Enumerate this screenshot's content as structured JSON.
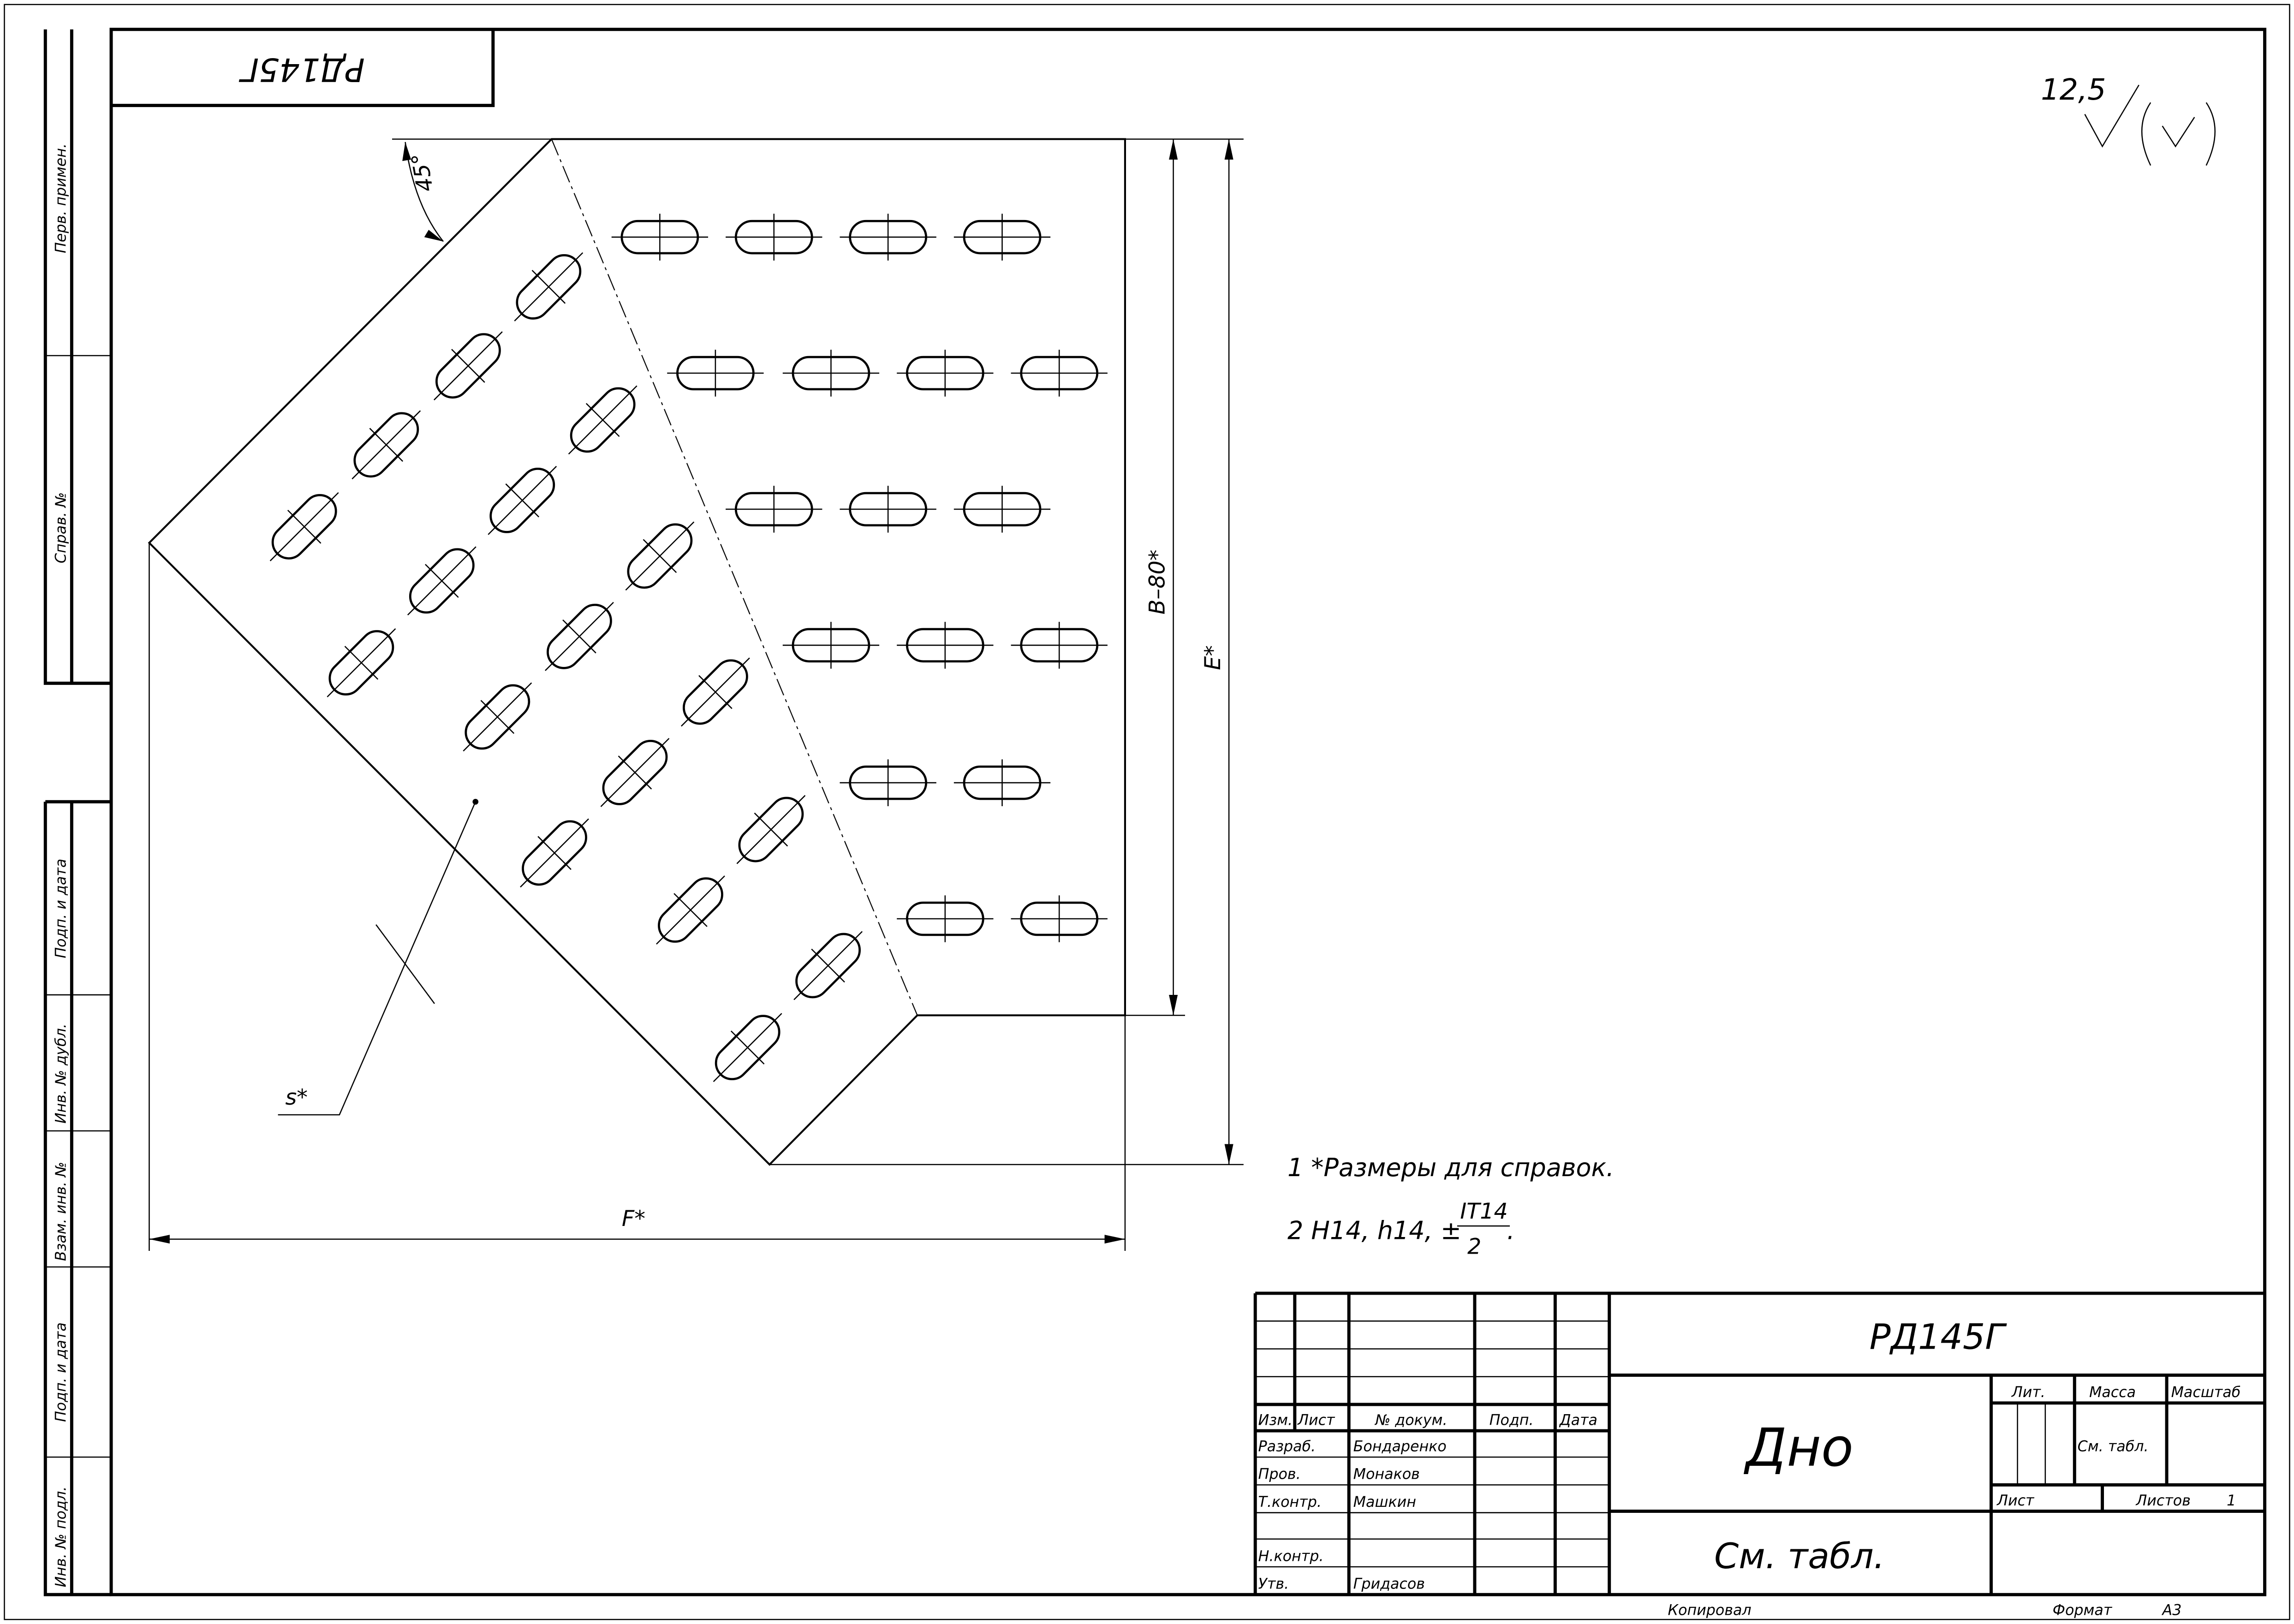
{
  "drawing_code": "РД145Г",
  "drawing_code_rotated": "РД145Г",
  "part_name": "Дно",
  "material": "См. табл.",
  "roughness": {
    "value": "12,5"
  },
  "dimensions": {
    "b": "B–80*",
    "e": "E*",
    "f": "F*",
    "s": "s*",
    "angle": "45°"
  },
  "notes": [
    "1  *Размеры для справок.",
    "2  H14, h14, ±",
    "IT14",
    "2",
    "."
  ],
  "side_strip": [
    "Перв. примен.",
    "Справ. №",
    "Подп. и дата",
    "Инв. № дубл.",
    "Взам. инв. №",
    "Подп. и дата",
    "Инв. № подл."
  ],
  "title_block": {
    "headers": [
      "Изм.",
      "Лист",
      "№ докум.",
      "Подп.",
      "Дата"
    ],
    "roles": [
      "Разраб.",
      "Пров.",
      "Т.контр.",
      "",
      "Н.контр.",
      "Утв."
    ],
    "names": [
      "Бондаренко",
      "Монаков",
      "Машкин",
      "",
      "",
      "Гридасов"
    ],
    "lit": "Лит.",
    "mass": "Масса",
    "scale": "Масштаб",
    "mass_value": "См. табл.",
    "sheet": "Лист",
    "sheets": "Листов",
    "sheets_value": "1"
  },
  "footer": {
    "copied": "Копировал",
    "format": "Формат",
    "format_value": "А3"
  }
}
